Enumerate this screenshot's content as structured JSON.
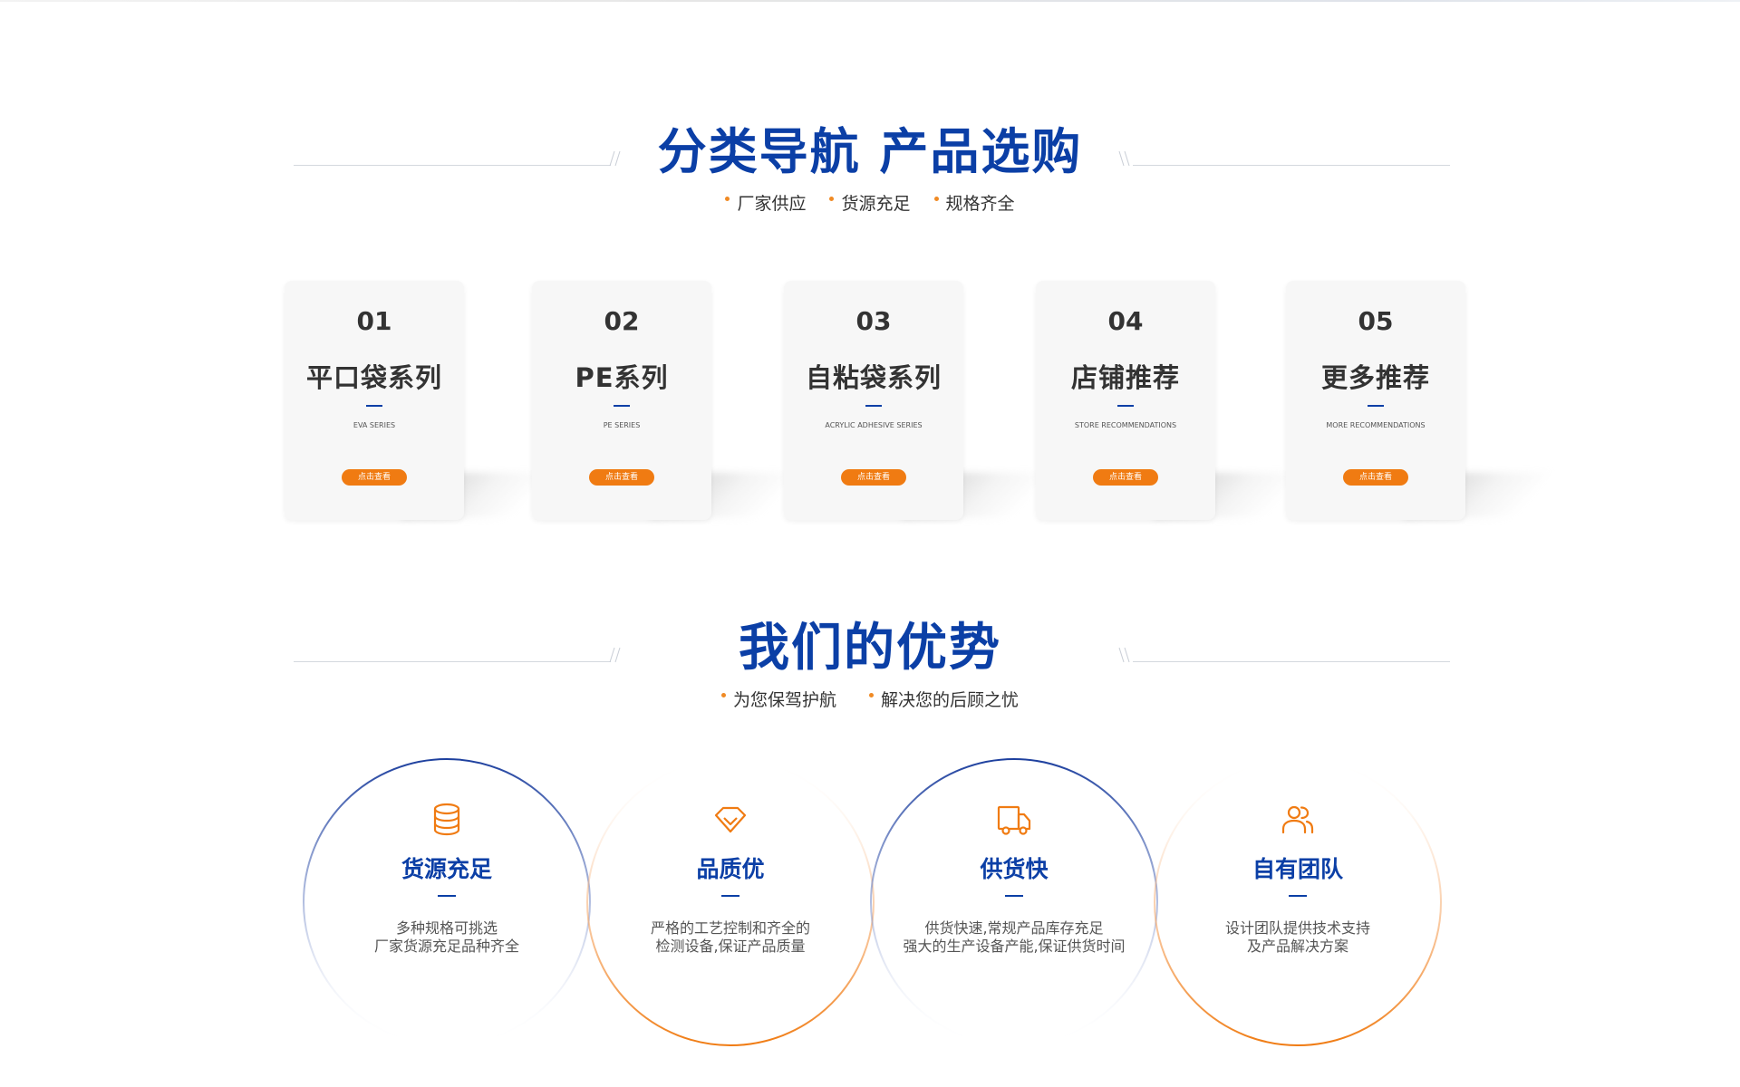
{
  "category_section": {
    "title": "分类导航 产品选购",
    "taglines": [
      "厂家供应",
      "货源充足",
      "规格齐全"
    ]
  },
  "categories": [
    {
      "number": "01",
      "title": "平口袋系列",
      "subtitle": "EVA SERIES",
      "button": "点击查看"
    },
    {
      "number": "02",
      "title": "PE系列",
      "subtitle": "PE SERIES",
      "button": "点击查看"
    },
    {
      "number": "03",
      "title": "自粘袋系列",
      "subtitle": "ACRYLIC ADHESIVE SERIES",
      "button": "点击查看"
    },
    {
      "number": "04",
      "title": "店铺推荐",
      "subtitle": "STORE RECOMMENDATIONS",
      "button": "点击查看"
    },
    {
      "number": "05",
      "title": "更多推荐",
      "subtitle": "MORE RECOMMENDATIONS",
      "button": "点击查看"
    }
  ],
  "advantage_section": {
    "title": "我们的优势",
    "taglines": [
      "为您保驾护航",
      "解决您的后顾之忧"
    ]
  },
  "advantages": [
    {
      "icon": "database-icon",
      "title": "货源充足",
      "desc": [
        "多种规格可挑选",
        "厂家货源充足品种齐全"
      ]
    },
    {
      "icon": "diamond-icon",
      "title": "品质优",
      "desc": [
        "严格的工艺控制和齐全的",
        "检测设备,保证产品质量"
      ]
    },
    {
      "icon": "truck-icon",
      "title": "供货快",
      "desc": [
        "供货快速,常规产品库存充足",
        "强大的生产设备产能,保证供货时间"
      ]
    },
    {
      "icon": "team-icon",
      "title": "自有团队",
      "desc": [
        "设计团队提供技术支持",
        "及产品解决方案"
      ]
    }
  ],
  "colors": {
    "brand_blue": "#0b3fa6",
    "accent_orange": "#f07b12",
    "text_dark": "#333333"
  }
}
